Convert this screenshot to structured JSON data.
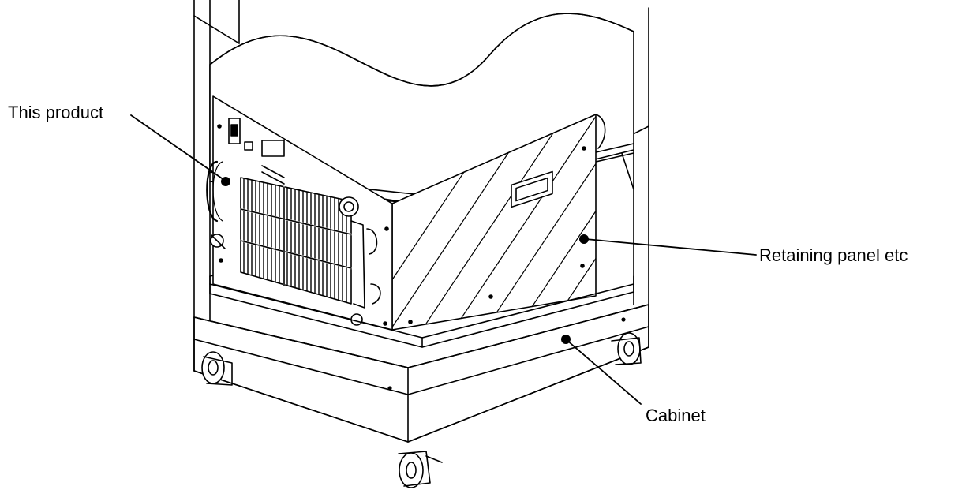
{
  "callouts": {
    "this_product": "This product",
    "retaining_panel": "Retaining panel etc",
    "cabinet": "Cabinet"
  },
  "colors": {
    "line": "#000000",
    "background": "#ffffff"
  }
}
